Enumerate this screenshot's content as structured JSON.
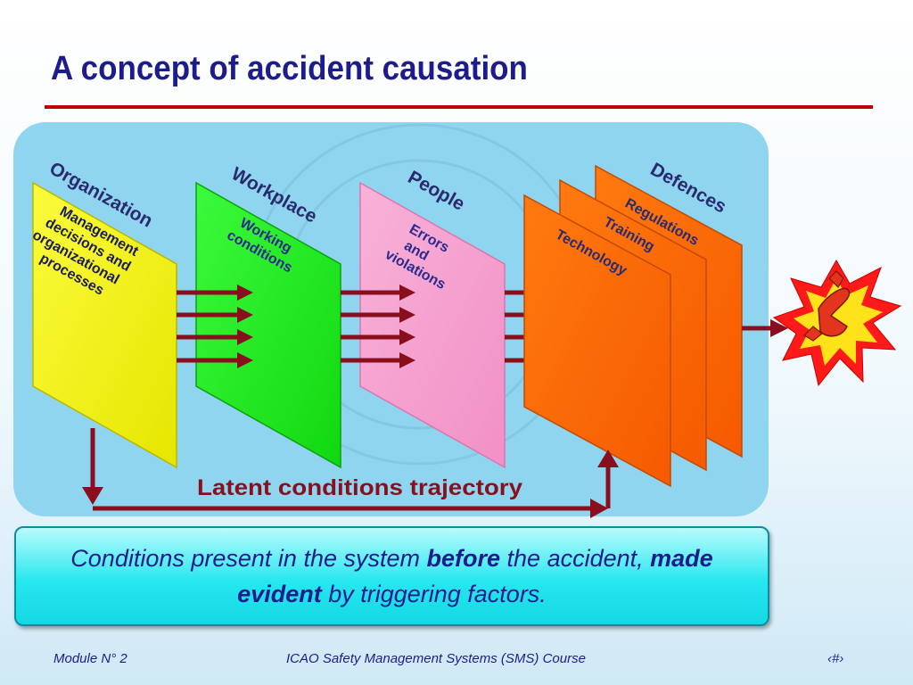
{
  "slide": {
    "title": "A concept of accident causation"
  },
  "diagram": {
    "layers": [
      {
        "header": "Organization",
        "body_lines": [
          "Management",
          "decisions and",
          "organizational",
          "processes"
        ],
        "color": "#f5f50a"
      },
      {
        "header": "Workplace",
        "body_lines": [
          "Working",
          "conditions"
        ],
        "color": "#22ee22"
      },
      {
        "header": "People",
        "body_lines": [
          "Errors",
          "and",
          "violations"
        ],
        "color": "#f7a2cf"
      },
      {
        "header": "Defences",
        "body_lines": [
          "Regulations",
          "Training",
          "Technology"
        ],
        "color": "#ff6a00"
      }
    ],
    "trajectory_label": "Latent conditions trajectory",
    "accident_icon": "explosion-crash-icon",
    "colors": {
      "arrow": "#8a0f1e",
      "text": "#2a2a6e",
      "panel": "#8fd5f0"
    }
  },
  "note": {
    "part1": "Conditions present in the system ",
    "bold1": "before",
    "part2": " the accident, ",
    "bold2": "made evident",
    "part3": " by triggering factors."
  },
  "footer": {
    "module": "Module N° 2",
    "course": "ICAO Safety Management Systems (SMS) Course",
    "page": "‹#›"
  }
}
